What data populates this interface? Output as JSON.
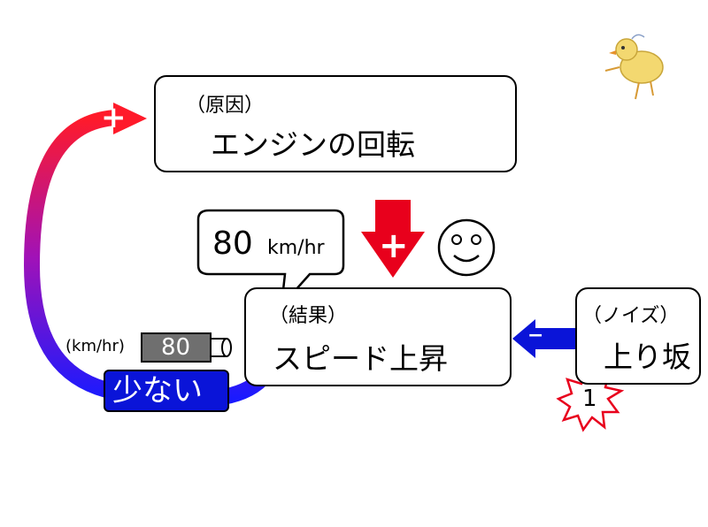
{
  "cause": {
    "label": "（原因）",
    "title": "エンジンの回転"
  },
  "result": {
    "label": "（結果）",
    "title": "スピード上昇"
  },
  "noise": {
    "label": "（ノイズ）",
    "title": "上り坂"
  },
  "speed_bubble": {
    "value": "80",
    "unit": "km/hr"
  },
  "meter": {
    "unit_label": "(km/hr)",
    "value": "80"
  },
  "feedback_badge": {
    "text": "少ない"
  },
  "plus_sign": "+",
  "minus_sign": "−",
  "burst_number": "1",
  "colors": {
    "red": "#e8001c",
    "blue": "#0a14d8",
    "gradient_top": "#ff1a2a",
    "gradient_bottom": "#1a1aff"
  }
}
